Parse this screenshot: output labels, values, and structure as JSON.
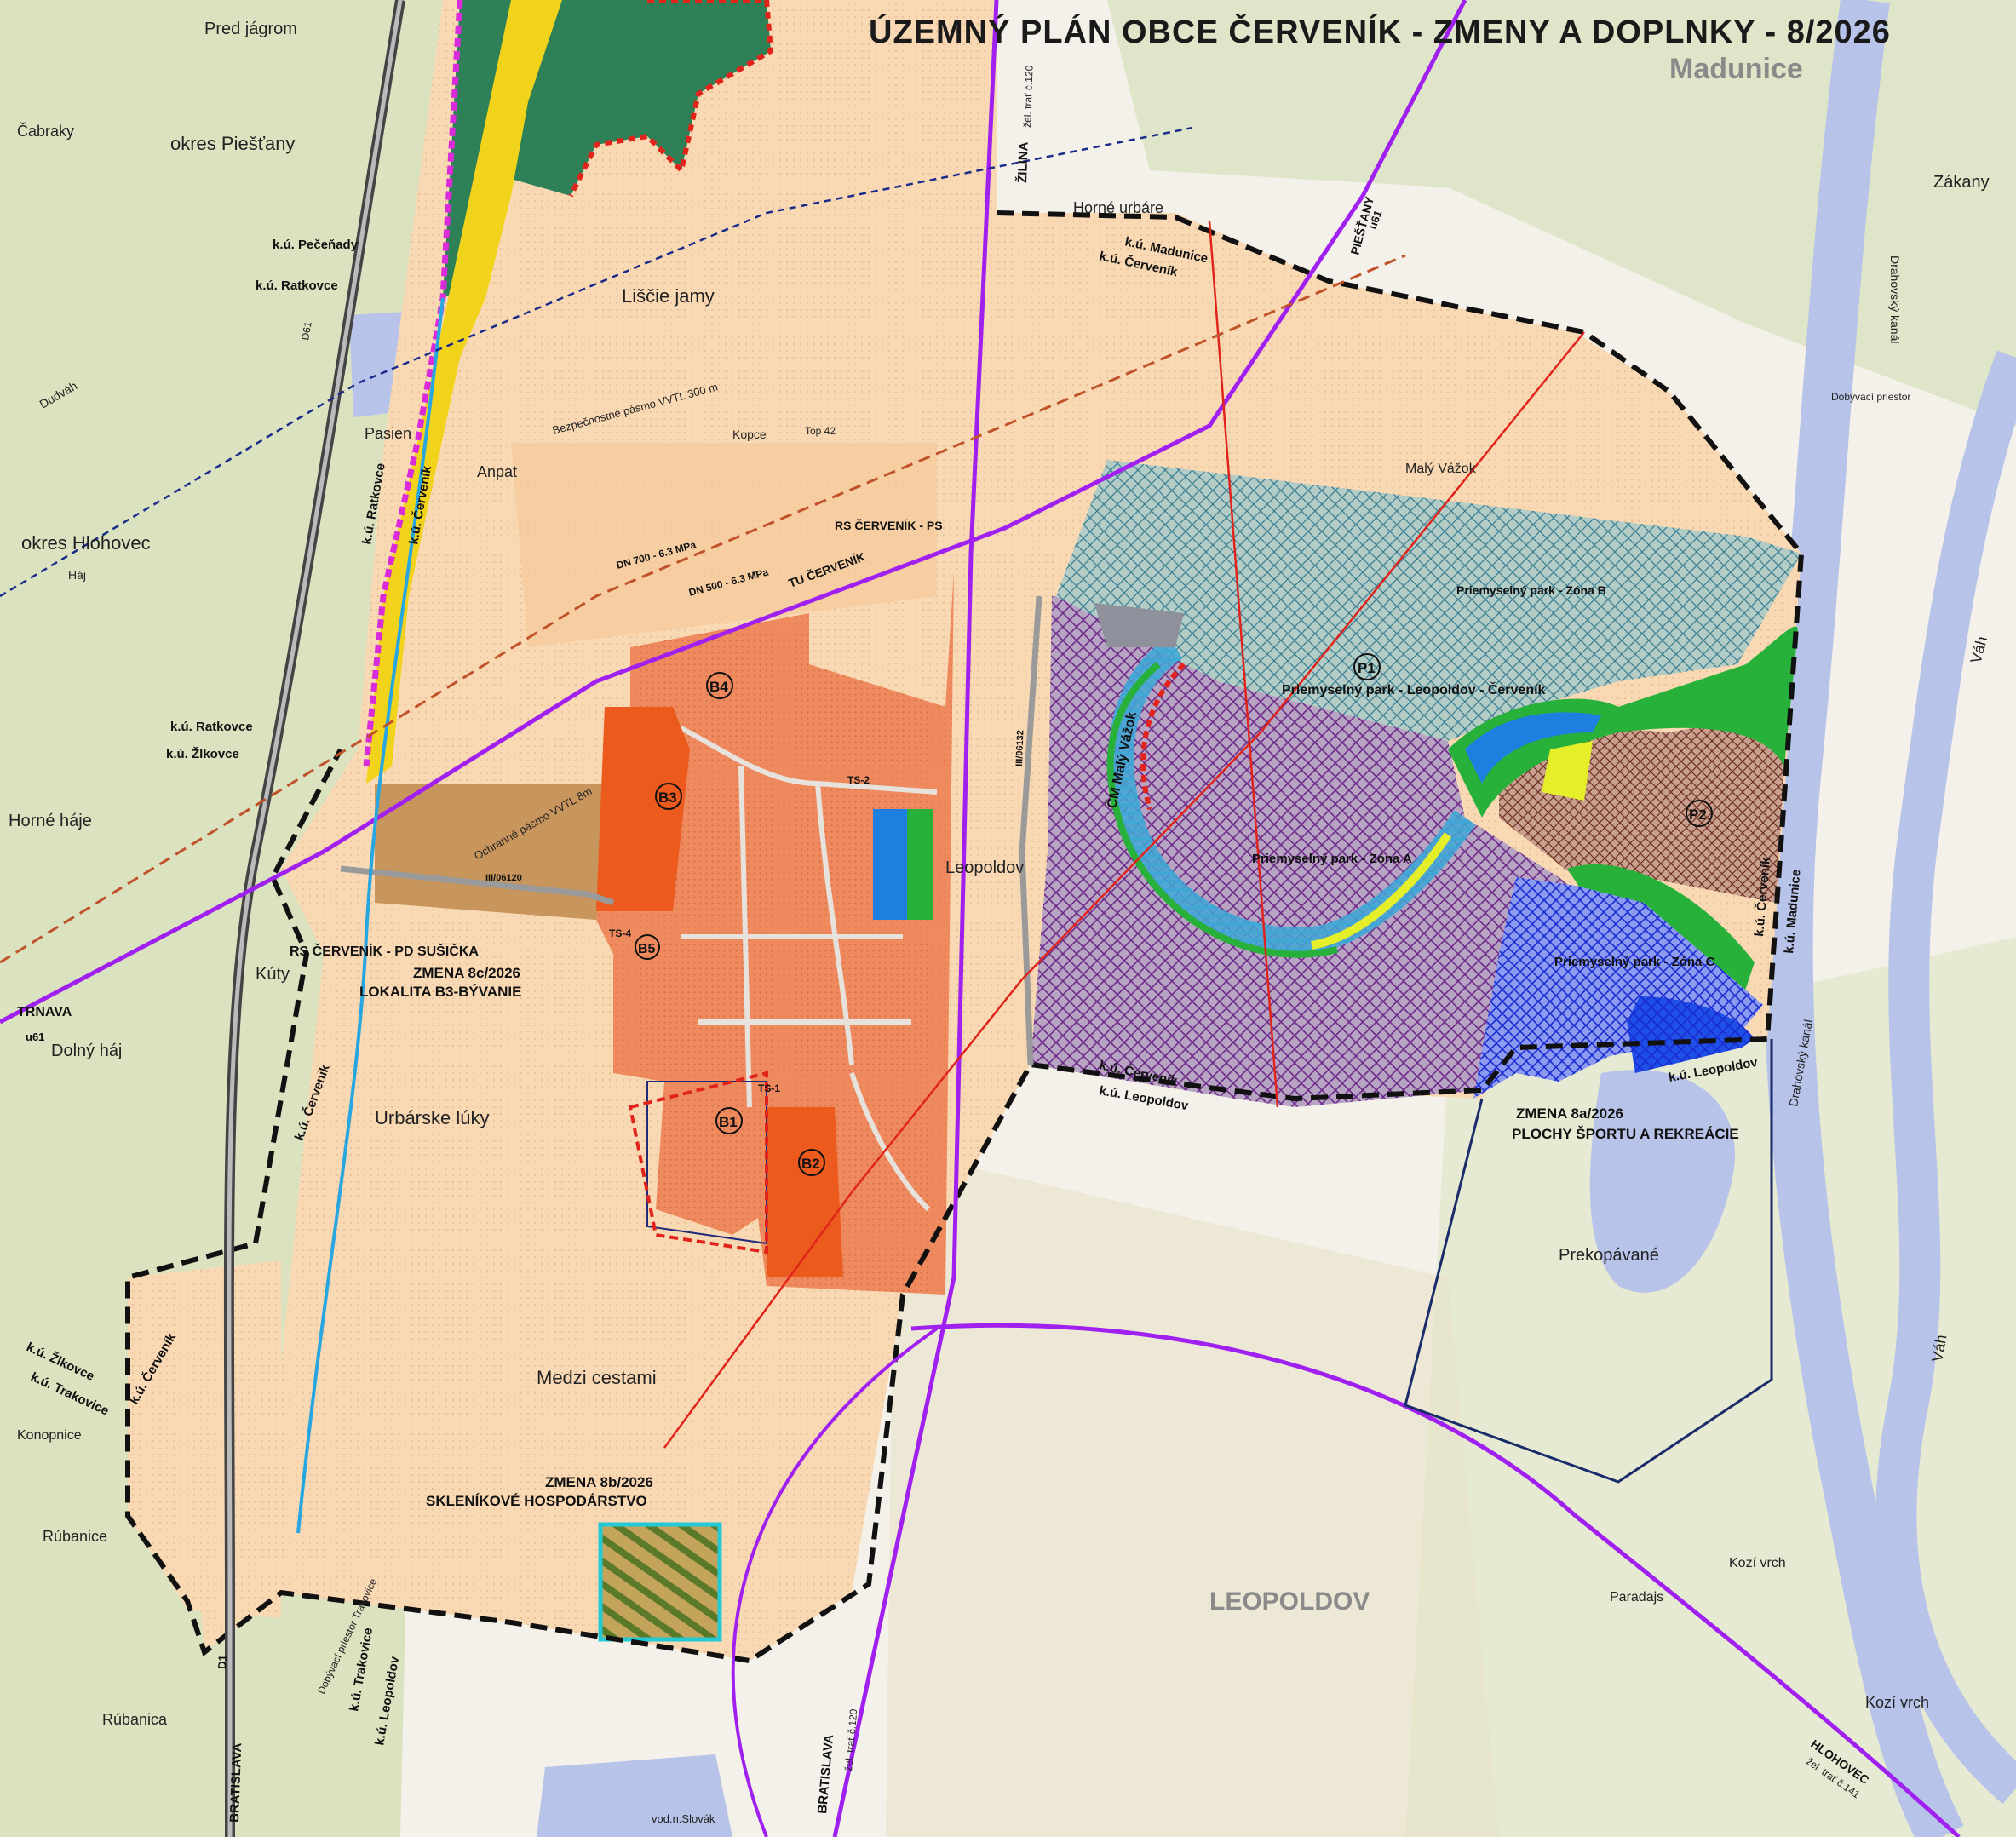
{
  "title": "ÚZEMNÝ PLÁN OBCE ČERVENÍK  -  ZMENY A DOPLNKY  - 8/2026",
  "colors": {
    "background": "#f4f1ea",
    "base_green": "#cfdcae",
    "municipal_area": "#f9d9b4",
    "built_up": "#ee8a5e",
    "forest": "#2e8057",
    "industrial_p1": "#b7a4c2",
    "industrial_zone_b": "#b4ccc6",
    "industrial_zone_c": "#5b6fe0",
    "sport_area": "#1e4fe6",
    "river": "#b7c3e8",
    "rail_line": "#a020f0",
    "border_dash": "#111111"
  },
  "place_names": {
    "madunice": "Madunice",
    "leopoldov": "LEOPOLDOV",
    "okres_piestany": "okres Piešťany",
    "okres_hlohovec": "okres Hlohovec",
    "pred_jagrom": "Pred jágrom",
    "cabraky": "Čabraky",
    "horne_haje": "Horné háje",
    "dolny_haj": "Dolný háj",
    "kuty": "Kúty",
    "urbarske_luky": "Urbárske lúky",
    "medzi_cestami": "Medzi cestami",
    "liscie_jamy": "Liščie jamy",
    "horne_urbare": "Horné urbáre",
    "prekopavane": "Prekopávané",
    "rubanice": "Rúbanice",
    "rubanica": "Rúbanica",
    "konopnice": "Konopnice",
    "paradajs": "Paradajs",
    "kozi_vrch": "Kozí vrch",
    "zakany": "Zákany",
    "vah": "Váh",
    "drahovsky_kanal": "Drahovský kanál",
    "maly_vazok": "Malý Vážok",
    "nemaly_vazok": "ČM Malý Vážok"
  },
  "cadastral_labels": {
    "pecenady": "k.ú. Pečeňady",
    "ratkovce_top": "k.ú. Ratkovce",
    "ratkovce_vert": "k.ú. Ratkovce",
    "cervenik_vert": "k.ú. Červeník",
    "ratkovce_mid": "k.ú. Ratkovce",
    "zlkovce_mid": "k.ú. Žlkovce",
    "madunice_top": "k.ú. Madunice",
    "cervenik_top": "k.ú. Červeník",
    "cervenik_kuty": "k.ú. Červeník",
    "zlkovce_left": "k.ú. Žlkovce",
    "trakovice_left": "k.ú. Trakovice",
    "cervenik_left": "k.ú. Červeník",
    "trakovice_bottom": "k.ú. Trakovice",
    "leopoldov_bottom": "k.ú. Leopoldov",
    "cervenik_p1": "k.ú. Červeník",
    "leopoldov_p1": "k.ú. Leopoldov",
    "leopoldov_right": "k.ú. Leopoldov",
    "cervenik_right": "k.ú. Červeník",
    "madunice_right": "k.ú. Madunice"
  },
  "zones": {
    "b1": "B1",
    "b2": "B2",
    "b3": "B3",
    "b4": "B4",
    "b5": "B5",
    "p1": "P1",
    "p2": "P2",
    "p1_name": "Priemyselný park - Leopoldov - Červeník",
    "zone_a": "Priemyselný park - Zóna A",
    "zone_b": "Priemyselný park - Zóna B",
    "zone_c": "Priemyselný park - Zóna C"
  },
  "annotations": {
    "zmena_8c_line1": "ZMENA 8c/2026",
    "zmena_8c_line2": "LOKALITA B3-BÝVANIE",
    "zmena_8b_line1": "ZMENA 8b/2026",
    "zmena_8b_line2": "SKLENÍKOVÉ HOSPODÁRSTVO",
    "zmena_8a_line1": "ZMENA 8a/2026",
    "zmena_8a_line2": "PLOCHY ŠPORTU A REKREÁCIE",
    "rs_pd_susicka": "RS ČERVENÍK - PD SUŠIČKA",
    "rs_ps": "RS ČERVENÍK - PS",
    "tu_cervenik": "TU ČERVENÍK",
    "ts2": "TS-2",
    "ts1": "TS-1",
    "ts4": "TS-4",
    "dn700": "DN 700 - 6.3 MPa",
    "dn500": "DN 500 - 6.3 MPa",
    "ochranne_pasmo": "Bezpečnostné pásmo VVTL 300 m",
    "ochranne_pasmo2": "Ochranné pásmo VVTL 8m"
  },
  "road_labels": {
    "trnava": "TRNAVA",
    "u61": "u61",
    "u61_b": "u61",
    "zilina": "ŽILINA",
    "zel_trat_120": "žel. trať č.120",
    "piestany": "PIEŠŤANY",
    "bratislava_rail": "BRATISLAVA",
    "bratislava_road": "BRATISLAVA",
    "zel_trat_120_b": "žel. trať č.120",
    "hlohovec": "HLOHOVEC",
    "zel_trat_141": "žel. trať č.141",
    "iii_06120": "III/06120",
    "iii_06132": "III/06132",
    "d1": "D1",
    "d61": "D61",
    "dobyvaci_priestor": "Dobývací priestor Trakovice",
    "dobyvaci_priestor_2": "Dobývací priestor"
  },
  "legend_small": {
    "vod_slovak": "vod.n.Slovák",
    "top42": "Top 42",
    "kopce": "Kopce",
    "pasien": "Pasien",
    "anpat": "Anpat",
    "haj": "Háj",
    "duwah": "Dudváh",
    "leopoldov_label_small": "Leopoldov"
  }
}
